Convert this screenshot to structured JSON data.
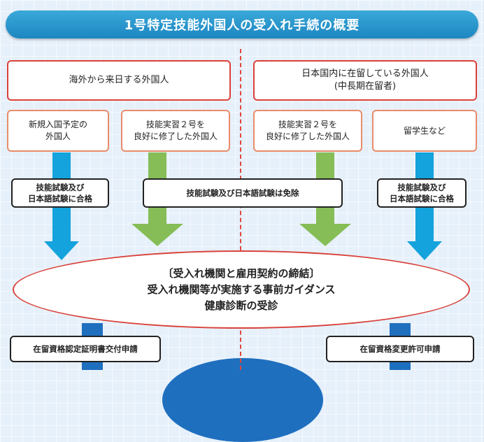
{
  "title": "1号特定技能外国人の受入れ手続の概要",
  "left_group": {
    "header": "海外から来日する外国人",
    "box_a": "新規入国予定の\n外国人",
    "box_b": "技能実習２号を\n良好に修了した外国人"
  },
  "right_group": {
    "header_line1": "日本国内に在留している外国人",
    "header_line2": "(中長期在留者)",
    "box_c": "技能実習２号を\n良好に修了した外国人",
    "box_d": "留学生など"
  },
  "exam_pass_left": "技能試験及び\n日本語試験に合格",
  "exam_exempt": "技能試験及び日本語試験は免除",
  "exam_pass_right": "技能試験及び\n日本語試験に合格",
  "center": {
    "line1": "〔受入れ機関と雇用契約の締結〕",
    "line2": "受入れ機関等が実施する事前ガイダンス",
    "line3": "健康診断の受診"
  },
  "apply_left": "在留資格認定証明書交付申請",
  "apply_right": "在留資格変更許可申請",
  "colors": {
    "blue_arrow": "#14a3dc",
    "green_arrow": "#86bd57",
    "dark_blue": "#1f6fbf",
    "red": "#d9423a"
  }
}
